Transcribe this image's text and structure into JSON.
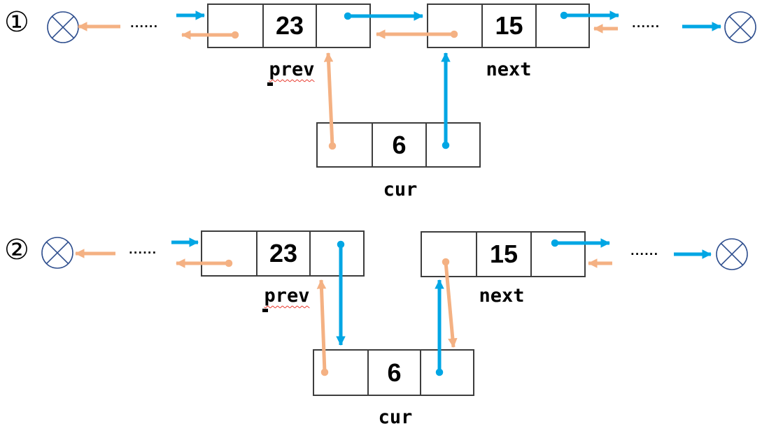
{
  "colors": {
    "next_pointer": "#00A6E4",
    "prev_pointer": "#F4B183",
    "null_symbol": "#2E4E8E",
    "box_border": "#3d3d3d",
    "spellcheck_underline": "#e8392e",
    "text": "#000000"
  },
  "stages": [
    {
      "marker": "①",
      "ellipsis_left": "......",
      "ellipsis_right": "......",
      "nodes": {
        "prev": {
          "value": "23",
          "label": "prev"
        },
        "next": {
          "value": "15",
          "label": "next"
        },
        "cur": {
          "value": "6",
          "label": "cur"
        }
      }
    },
    {
      "marker": "②",
      "ellipsis_left": "......",
      "ellipsis_right": "......",
      "nodes": {
        "prev": {
          "value": "23",
          "label": "prev"
        },
        "next": {
          "value": "15",
          "label": "next"
        },
        "cur": {
          "value": "6",
          "label": "cur"
        }
      }
    }
  ]
}
